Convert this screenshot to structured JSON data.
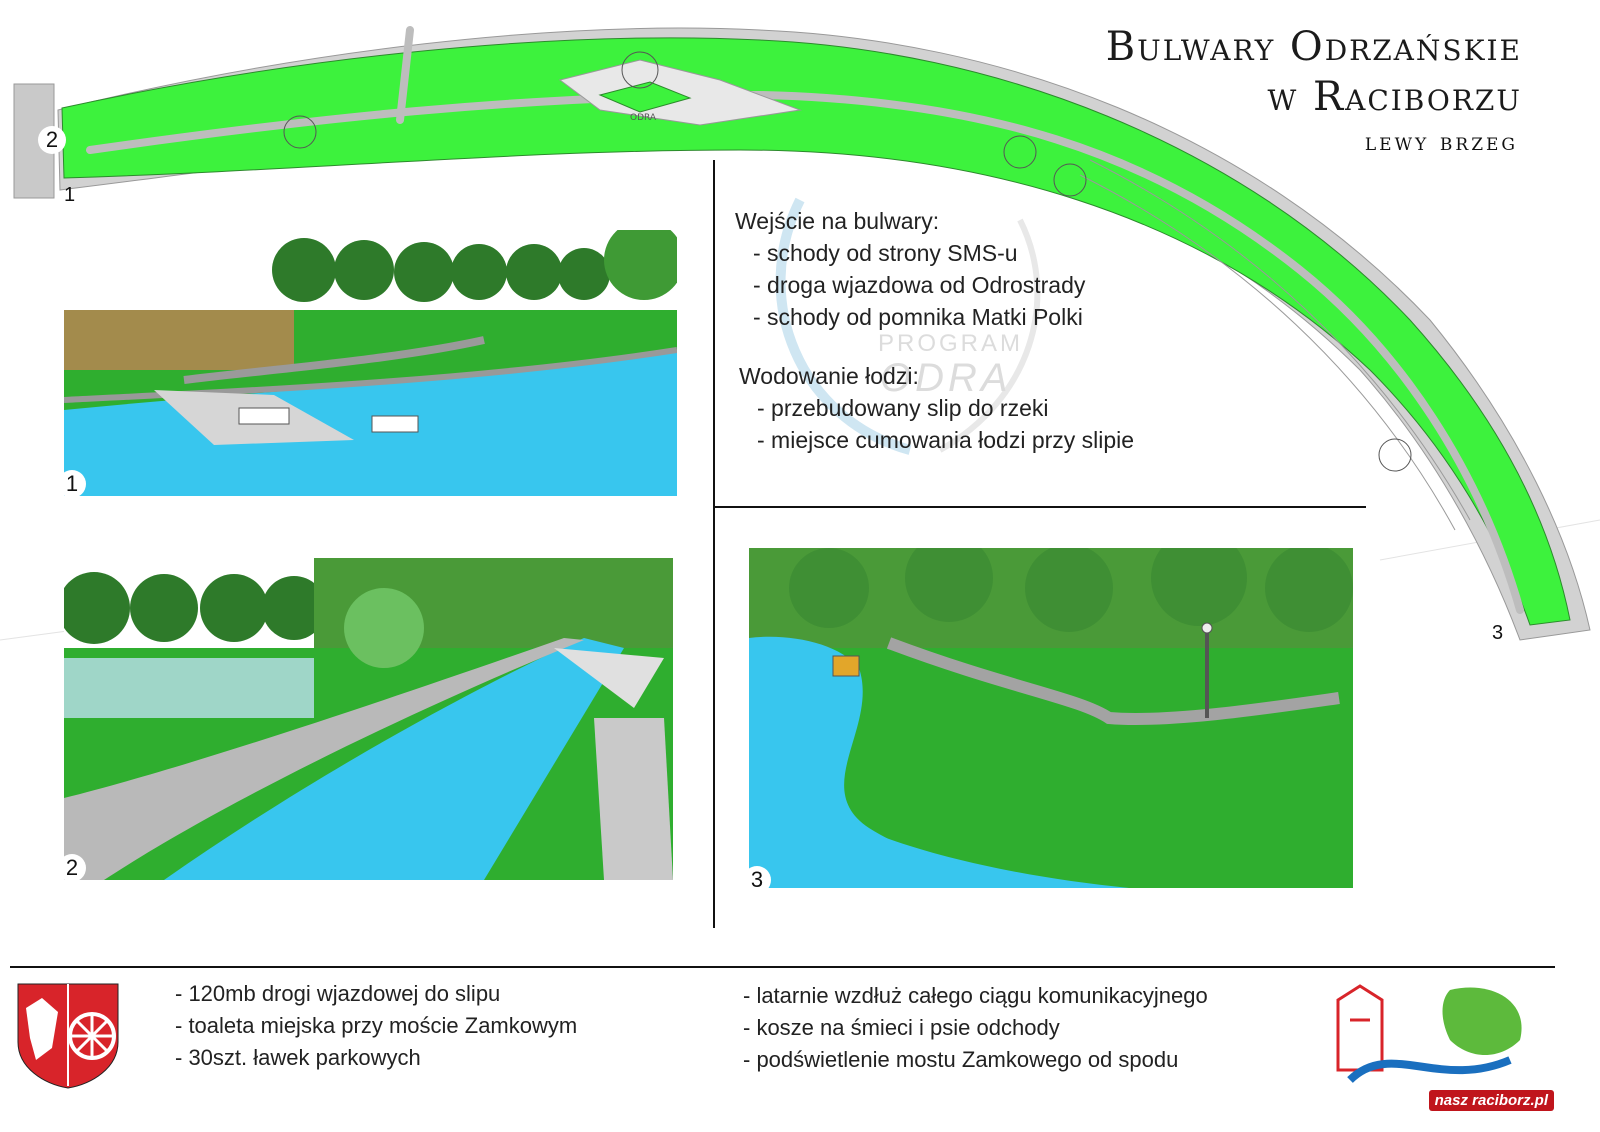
{
  "title": {
    "line1": "Bulwary Odrzańskie",
    "line2": "w Raciborzu",
    "line3": "lewy brzeg"
  },
  "map": {
    "river_label": "ODRA",
    "markers": [
      "1",
      "2",
      "3"
    ]
  },
  "watermark": {
    "line1": "PROGRAM",
    "line2": "ODRA"
  },
  "info": {
    "entrance_heading": "Wejście na bulwary:",
    "entrance_items": [
      "- schody od strony SMS-u",
      "- droga wjazdowa od Odrostrady",
      "- schody od pomnika Matki Polki"
    ],
    "boats_heading": "Wodowanie łodzi:",
    "boats_items": [
      "- przebudowany slip do rzeki",
      "- miejsce cumowania łodzi przy slipie"
    ]
  },
  "photos": [
    {
      "label": "1"
    },
    {
      "label": "2"
    },
    {
      "label": "3"
    }
  ],
  "bottom": {
    "left_items": [
      "- 120mb drogi wjazdowej do slipu",
      "- toaleta miejska przy moście Zamkowym",
      "- 30szt. ławek parkowych"
    ],
    "right_items": [
      "- latarnie wzdłuż całego ciągu komunikacyjnego",
      "- kosze na śmieci i psie odchody",
      "- podświetlenie mostu Zamkowego od spodu"
    ]
  },
  "site_badge": {
    "part1": "nasz",
    "part2": "raciborz.pl"
  },
  "colors": {
    "grass_bright": "#3df23d",
    "water": "#38c6ee",
    "lawn": "#2fae2f",
    "trees": "#2e7a2a",
    "coat_red": "#d8242a"
  },
  "icons": [
    "coat-of-arms-icon",
    "city-logo-icon"
  ]
}
